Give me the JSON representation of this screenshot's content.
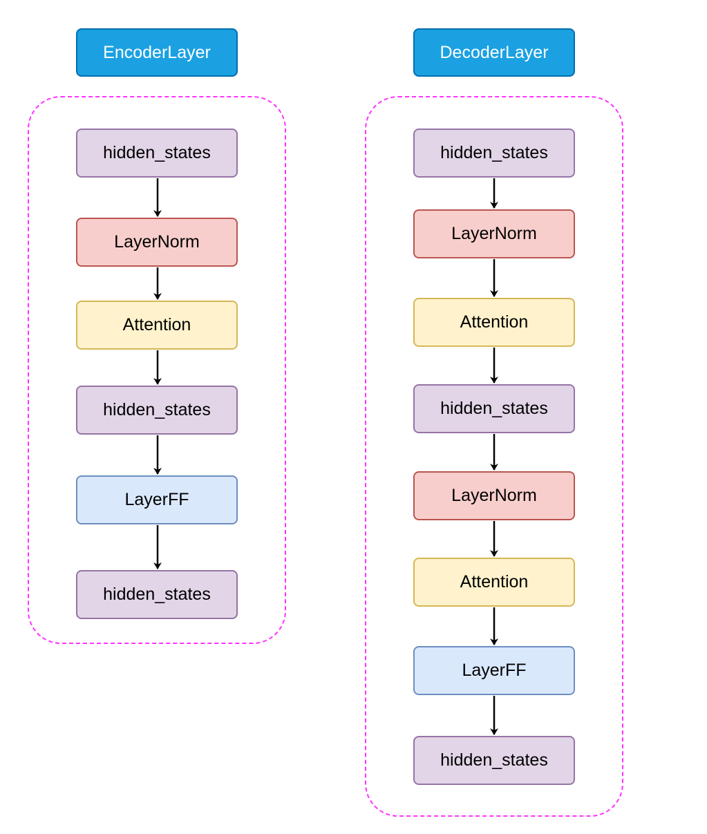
{
  "encoder": {
    "title": "EncoderLayer",
    "nodes": [
      {
        "label": "hidden_states",
        "kind": "hidden"
      },
      {
        "label": "LayerNorm",
        "kind": "norm"
      },
      {
        "label": "Attention",
        "kind": "attn"
      },
      {
        "label": "hidden_states",
        "kind": "hidden"
      },
      {
        "label": "LayerFF",
        "kind": "ff"
      },
      {
        "label": "hidden_states",
        "kind": "hidden"
      }
    ]
  },
  "decoder": {
    "title": "DecoderLayer",
    "nodes": [
      {
        "label": "hidden_states",
        "kind": "hidden"
      },
      {
        "label": "LayerNorm",
        "kind": "norm"
      },
      {
        "label": "Attention",
        "kind": "attn"
      },
      {
        "label": "hidden_states",
        "kind": "hidden"
      },
      {
        "label": "LayerNorm",
        "kind": "norm"
      },
      {
        "label": "Attention",
        "kind": "attn"
      },
      {
        "label": "LayerFF",
        "kind": "ff"
      },
      {
        "label": "hidden_states",
        "kind": "hidden"
      }
    ]
  },
  "colors": {
    "title_fill": "#1ba1e2",
    "title_stroke": "#006eaf",
    "hidden_fill": "#e1d5e7",
    "hidden_stroke": "#9673a6",
    "norm_fill": "#f8cecc",
    "norm_stroke": "#b85450",
    "attn_fill": "#fff2cc",
    "attn_stroke": "#d6b656",
    "ff_fill": "#dae8fc",
    "ff_stroke": "#6c8ebf",
    "group_border": "#ff33ff",
    "arrow": "#000000"
  }
}
